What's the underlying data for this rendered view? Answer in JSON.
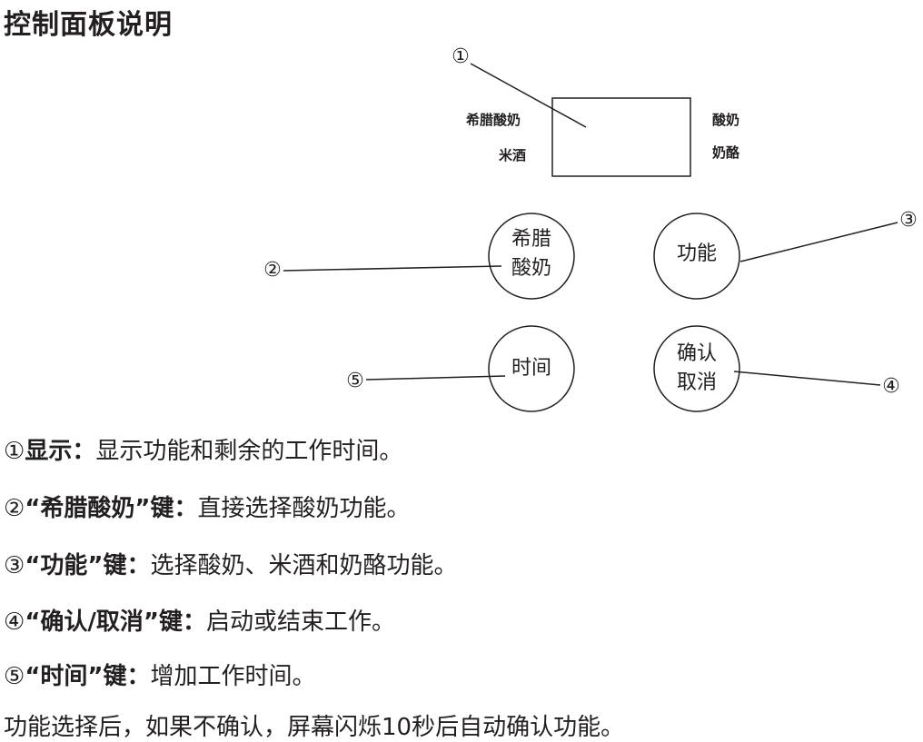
{
  "title": "控制面板说明",
  "display": {
    "left_top": "希腊酸奶",
    "left_bottom": "米酒",
    "right_top": "酸奶",
    "right_bottom": "奶酪"
  },
  "buttons": {
    "greek": {
      "line1": "希腊",
      "line2": "酸奶"
    },
    "function": {
      "line1": "功能"
    },
    "time": {
      "line1": "时间"
    },
    "confirm": {
      "line1": "确认",
      "line2": "取消"
    }
  },
  "callouts": {
    "c1": "①",
    "c2": "②",
    "c3": "③",
    "c4": "④",
    "c5": "⑤"
  },
  "descriptions": [
    {
      "num": "①",
      "key": "显示：",
      "text": "显示功能和剩余的工作时间。"
    },
    {
      "num": "②",
      "key": "“希腊酸奶”键：",
      "text": "直接选择酸奶功能。"
    },
    {
      "num": "③",
      "key": "“功能”键：",
      "text": "选择酸奶、米酒和奶酪功能。"
    },
    {
      "num": "④",
      "key": "“确认/取消”键：",
      "text": "启动或结束工作。"
    },
    {
      "num": "⑤",
      "key": "“时间”键：",
      "text": "增加工作时间。"
    }
  ],
  "footer": "功能选择后，如果不确认，屏幕闪烁10秒后自动确认功能。"
}
